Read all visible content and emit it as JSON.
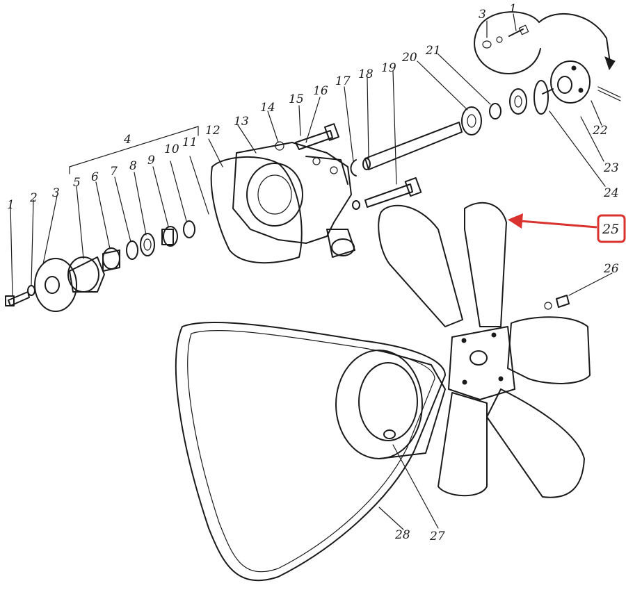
{
  "callouts": {
    "c1": "1",
    "c2": "2",
    "c3": "3",
    "c4": "4",
    "c5": "5",
    "c6": "6",
    "c7": "7",
    "c8": "8",
    "c9": "9",
    "c10": "10",
    "c11": "11",
    "c12": "12",
    "c13": "13",
    "c14": "14",
    "c15": "15",
    "c16": "16",
    "c17": "17",
    "c18": "18",
    "c19": "19",
    "c20": "20",
    "c21": "21",
    "c22": "22",
    "c23": "23",
    "c24": "24",
    "c25": "25",
    "c26": "26",
    "c27": "27",
    "c28": "28",
    "inset1": "1",
    "inset3": "3"
  },
  "highlight": {
    "target_label": "25",
    "box_color": "#d9322f",
    "arrow_color": "#d9322f"
  }
}
